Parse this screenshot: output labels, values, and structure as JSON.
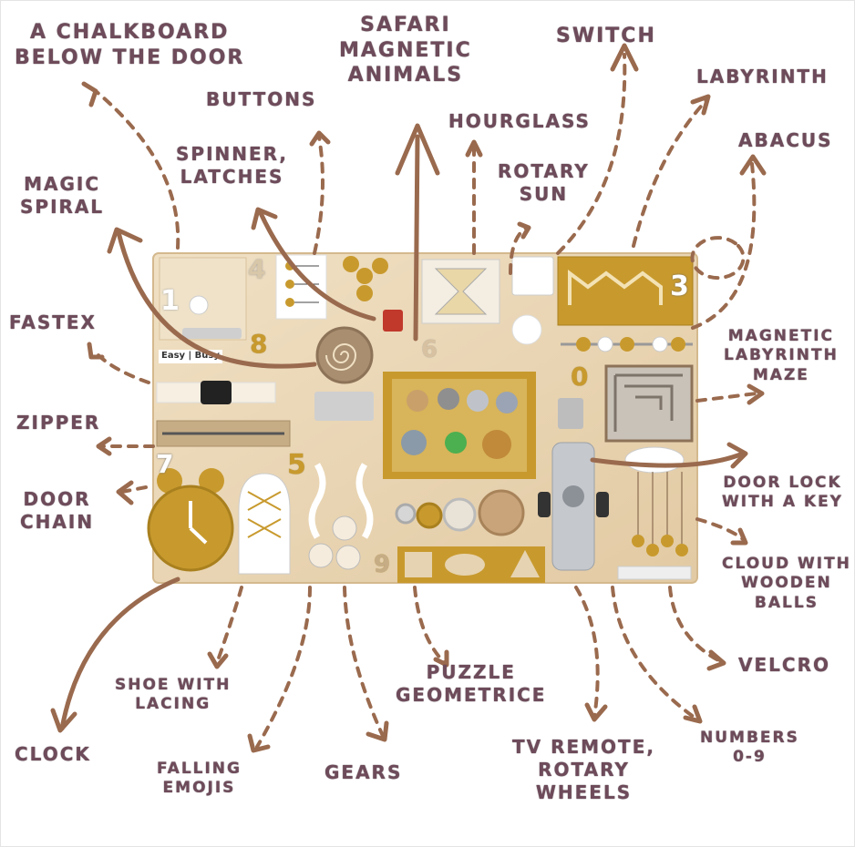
{
  "labels": {
    "chalkboard": "A CHALKBOARD\nBELOW THE DOOR",
    "buttons": "BUTTONS",
    "safari": "SAFARI\nMAGNETIC\nANIMALS",
    "switch": "SWITCH",
    "labyrinth": "LABYRINTH",
    "hourglass": "HOURGLASS",
    "abacus": "ABACUS",
    "spinner": "SPINNER,\nLATCHES",
    "rotary_sun": "ROTARY\nSUN",
    "magic_spiral": "MAGIC\nSPIRAL",
    "fastex": "FASTEX",
    "magnetic_maze": "MAGNETIC\nLABYRINTH\nMAZE",
    "zipper": "ZIPPER",
    "door_chain": "DOOR\nCHAIN",
    "door_lock": "DOOR LOCK\nWITH A KEY",
    "cloud_balls": "CLOUD WITH\nWOODEN\nBALLS",
    "velcro": "VELCRO",
    "shoe": "SHOE WITH\nLACING",
    "puzzle": "PUZZLE\nGEOMETRICE",
    "clock": "CLOCK",
    "falling_emojis": "FALLING\nEMOJIS",
    "gears": "GEARS",
    "tv_remote": "TV REMOTE,\nROTARY\nWHEELS",
    "numbers": "NUMBERS\n0-9"
  },
  "board": {
    "easy_busy": "Easy | Busy",
    "digits": [
      "1",
      "4",
      "8",
      "6",
      "3",
      "0",
      "7",
      "5",
      "9"
    ]
  },
  "colors": {
    "label_text": "#6e4b5a",
    "arrow": "#9a6a4e",
    "board_wood": "#ead7b8",
    "mustard": "#c89a2e"
  }
}
